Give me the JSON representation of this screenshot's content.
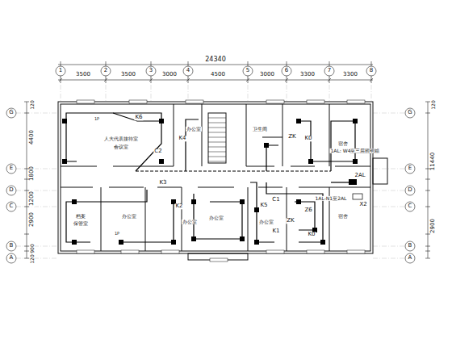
{
  "diagram": {
    "labels": [
      "24340",
      "3500",
      "3500",
      "3000",
      "4500",
      "3000",
      "3300",
      "3300",
      "1",
      "2",
      "3",
      "4",
      "5",
      "6",
      "7",
      "8",
      "120",
      "4400",
      "1800",
      "1200",
      "2900",
      "900",
      "120",
      "G",
      "E",
      "D",
      "C",
      "B",
      "A",
      "G",
      "E",
      "D",
      "C",
      "B",
      "A",
      "120",
      "11440",
      "2900",
      "人大代表接待室",
      "会议室",
      "K6",
      "C2",
      "K4",
      "K3",
      "K2",
      "K5",
      "C1",
      "K1",
      "ZK",
      "K0",
      "ZK",
      "K0",
      "Z6",
      "X2",
      "2AL",
      "1AL: W4至三层照明箱",
      "1AL-N1至2AL",
      "办公室",
      "办公室",
      "办公室",
      "办公室",
      "办公室",
      "卫生间",
      "宿舍",
      "宿舍",
      "档案",
      "保管室",
      "1P",
      "1P"
    ]
  }
}
